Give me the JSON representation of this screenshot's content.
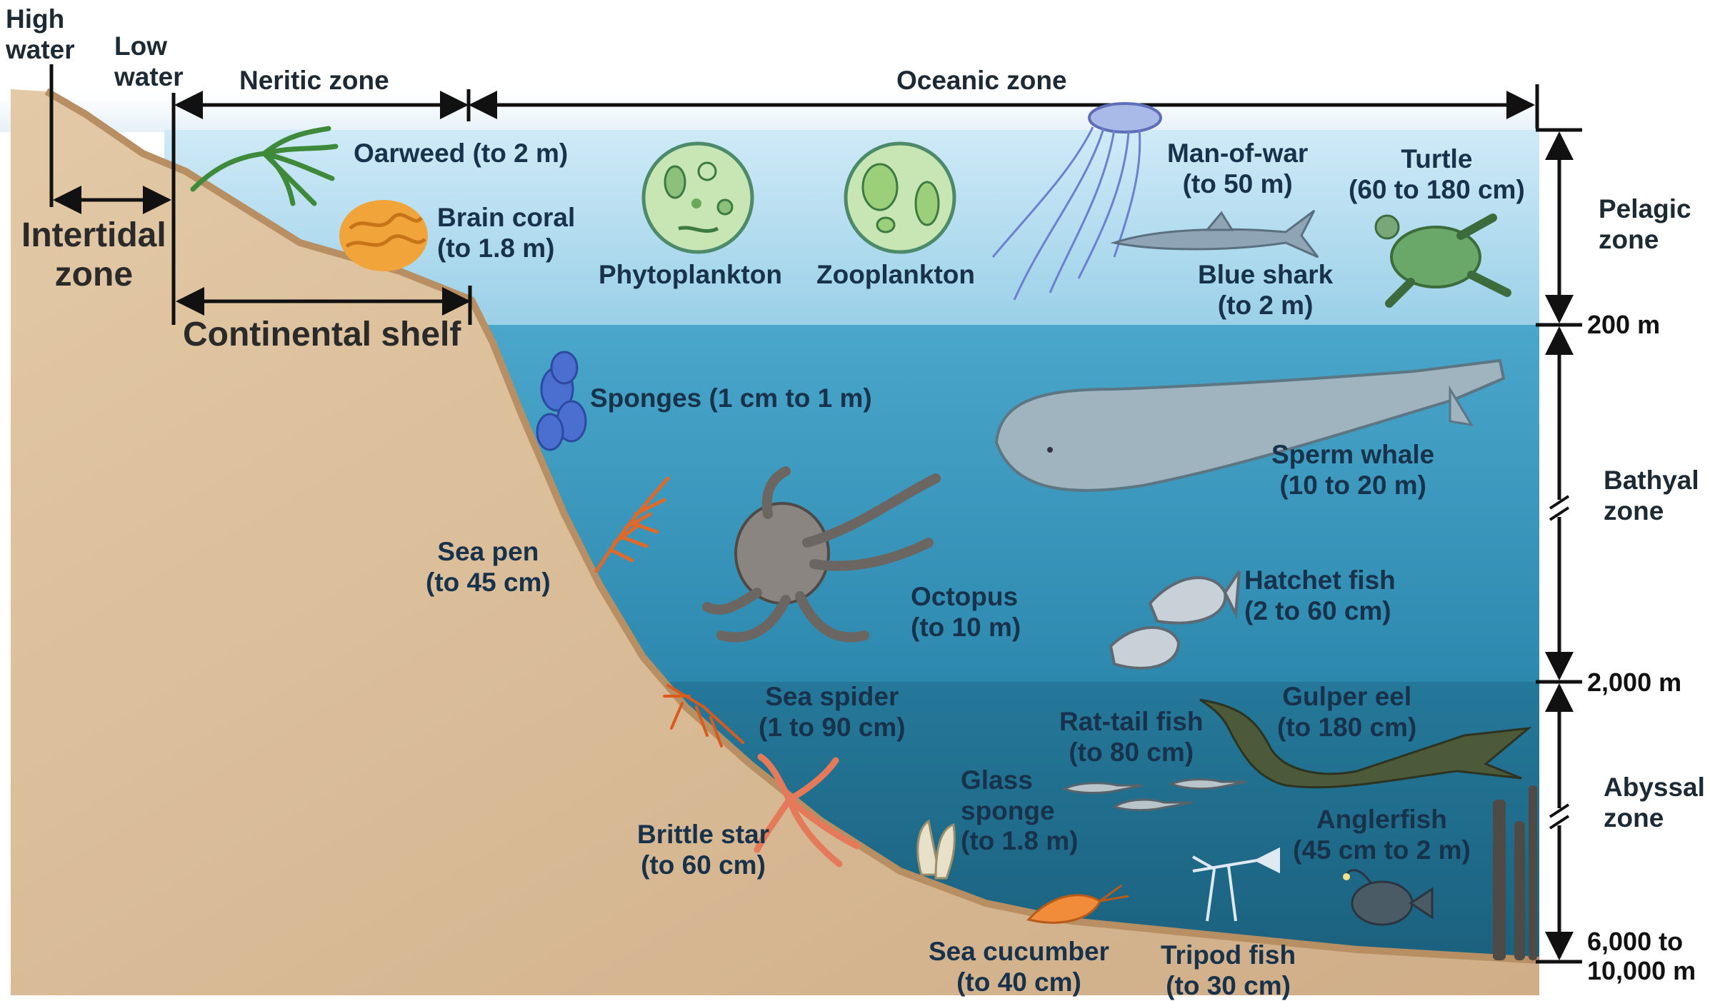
{
  "labels": {
    "high_water": "High\nwater",
    "low_water": "Low\nwater",
    "neritic_zone": "Neritic zone",
    "oceanic_zone": "Oceanic zone",
    "intertidal_zone": "Intertidal\nzone",
    "continental_shelf": "Continental shelf",
    "pelagic_zone": "Pelagic\nzone",
    "bathyal_zone": "Bathyal\nzone",
    "abyssal_zone": "Abyssal\nzone"
  },
  "depths": {
    "d200": "200 m",
    "d2000": "2,000 m",
    "d6000": "6,000 to\n10,000 m"
  },
  "organisms": {
    "oarweed": "Oarweed (to 2 m)",
    "brain_coral": "Brain coral\n(to 1.8 m)",
    "phytoplankton": "Phytoplankton",
    "zooplankton": "Zooplankton",
    "man_of_war": "Man-of-war\n(to 50 m)",
    "turtle": "Turtle\n(60 to 180 cm)",
    "blue_shark": "Blue shark\n(to 2 m)",
    "sponges": "Sponges (1 cm to 1 m)",
    "sperm_whale": "Sperm whale\n(10 to 20 m)",
    "sea_pen": "Sea pen\n(to 45 cm)",
    "octopus": "Octopus\n(to 10 m)",
    "hatchet_fish": "Hatchet fish\n(2 to 60 cm)",
    "sea_spider": "Sea spider\n(1 to 90 cm)",
    "rat_tail_fish": "Rat-tail fish\n(to 80 cm)",
    "gulper_eel": "Gulper eel\n(to 180 cm)",
    "glass_sponge": "Glass\nsponge\n(to 1.8 m)",
    "brittle_star": "Brittle star\n(to 60 cm)",
    "anglerfish": "Anglerfish\n(45 cm to 2 m)",
    "sea_cucumber": "Sea cucumber\n(to 40 cm)",
    "tripod_fish": "Tripod fish\n(to 30 cm)"
  },
  "colors": {
    "sky": "#eaf4fb",
    "pelagic_water": "#bfe3f3",
    "bathyal_water": "#3f9cc1",
    "abyssal_water": "#1f6c8b",
    "sediment": "#d9b994"
  }
}
